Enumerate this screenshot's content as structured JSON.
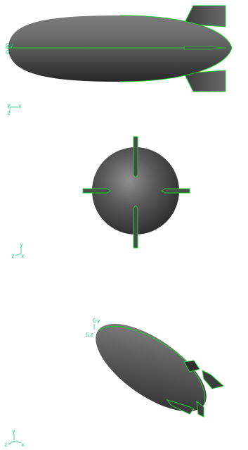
{
  "colors": {
    "background": "#ffffff",
    "wireframe": "#22cc33",
    "axis_label": "#1fd07a",
    "hull_dark": "#3a3a3a",
    "hull_light": "#8a8a8a"
  },
  "views": {
    "top": {
      "axis": {
        "a": "y",
        "b": "x",
        "c": "z"
      },
      "pivot": {
        "a": "G",
        "b": "y",
        "c": "G"
      }
    },
    "front": {
      "axis": {
        "a": "y",
        "b": "z",
        "c": "x"
      }
    },
    "iso": {
      "axis": {
        "a": "y",
        "b": "z",
        "c": "x"
      },
      "pivot": {
        "a": "G",
        "b": "y",
        "c": "G",
        "d": "z"
      }
    }
  }
}
